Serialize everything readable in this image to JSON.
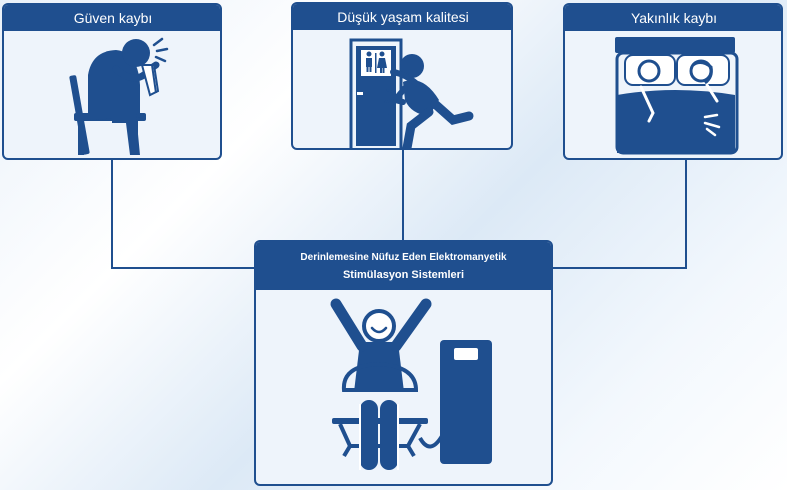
{
  "cards": {
    "guven": {
      "title": "Güven kaybı",
      "icon": "person-crying-on-chair-icon"
    },
    "yasam": {
      "title": "Düşük yaşam kalitesi",
      "icon": "person-running-to-restroom-icon"
    },
    "yakinlik": {
      "title": "Yakınlık kaybı",
      "icon": "couple-in-bed-icon"
    },
    "tedavi": {
      "title_line1": "Derinlemesine Nüfuz Eden Elektromanyetik",
      "title_line2": "Stimülasyon Sistemleri",
      "icon": "person-on-stimulation-chair-icon"
    }
  },
  "colors": {
    "primary": "#1f4f8f",
    "card_bg": "#eef4fb"
  }
}
